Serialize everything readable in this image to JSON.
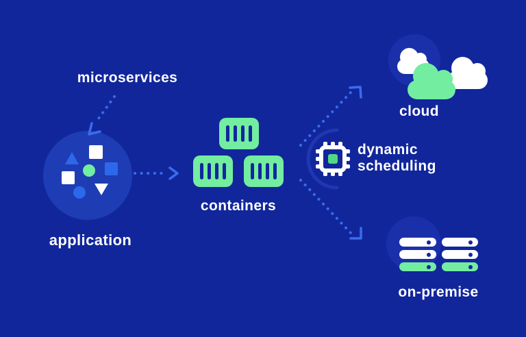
{
  "colors": {
    "background": "#12269c",
    "accent_blue": "#3a6cee",
    "shape_blue": "#2d68ea",
    "app_circle_blue": "#1e3db4",
    "soft_circle_blue": "#1a30aa",
    "green": "#73eda0",
    "chip_core_green": "#50d983",
    "white": "#ffffff"
  },
  "labels": {
    "microservices": "microservices",
    "application": "application",
    "containers": "containers",
    "scheduling_line1": "dynamic",
    "scheduling_line2": "scheduling",
    "cloud": "cloud",
    "on_premise": "on-premise"
  },
  "icons": {
    "application": "application-shapes-icon",
    "container": "container-icon",
    "scheduling": "cpu-chip-icon",
    "cloud": "cloud-icon",
    "on_premise": "server-rack-icon",
    "arrows": "dotted-arrow-icon"
  }
}
